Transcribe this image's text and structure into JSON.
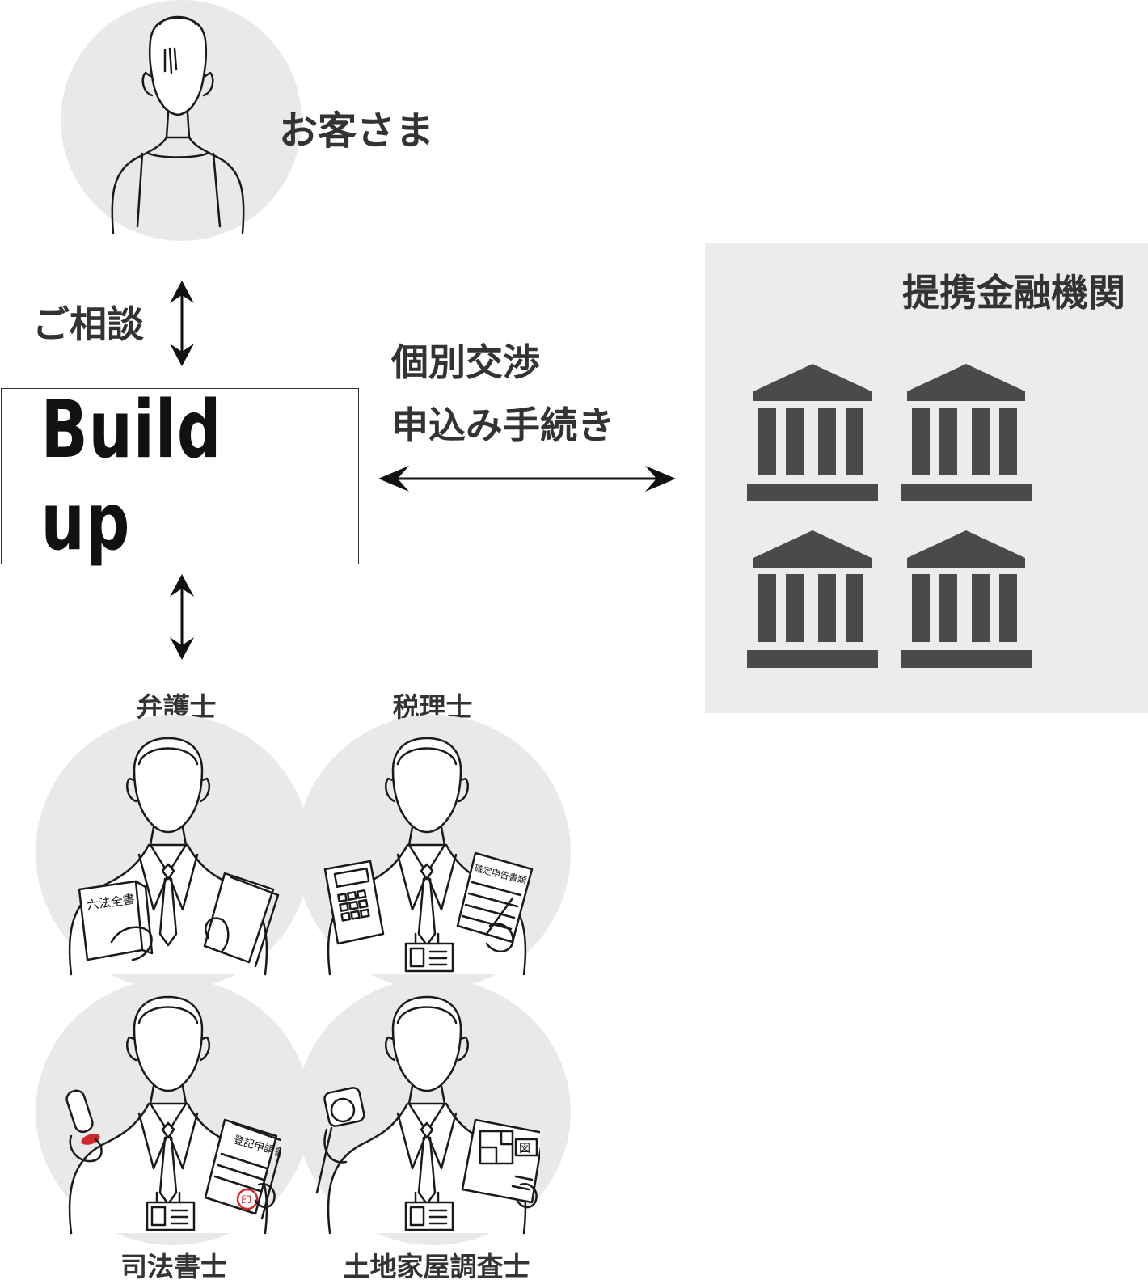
{
  "customer": {
    "label": "お客さま"
  },
  "consult": {
    "label": "ご相談"
  },
  "brand": {
    "name": "Build up"
  },
  "negotiation": {
    "line1": "個別交渉",
    "line2": "申込み手続き"
  },
  "partners": {
    "title": "提携金融機関",
    "bank_count": 4
  },
  "professionals": [
    {
      "label": "弁護士",
      "book_text": "六法全書"
    },
    {
      "label": "税理士",
      "doc_text": "確定申告書類"
    },
    {
      "label": "司法書士",
      "doc_text": "登記申請書",
      "stamp_text": "印"
    },
    {
      "label": "土地家屋調査士",
      "doc_text": "図"
    }
  ],
  "colors": {
    "circle": "#e9e9e9",
    "panel": "#ececec",
    "bank": "#4a4a4a",
    "text": "#333333",
    "stamp": "#cc2a2a"
  }
}
